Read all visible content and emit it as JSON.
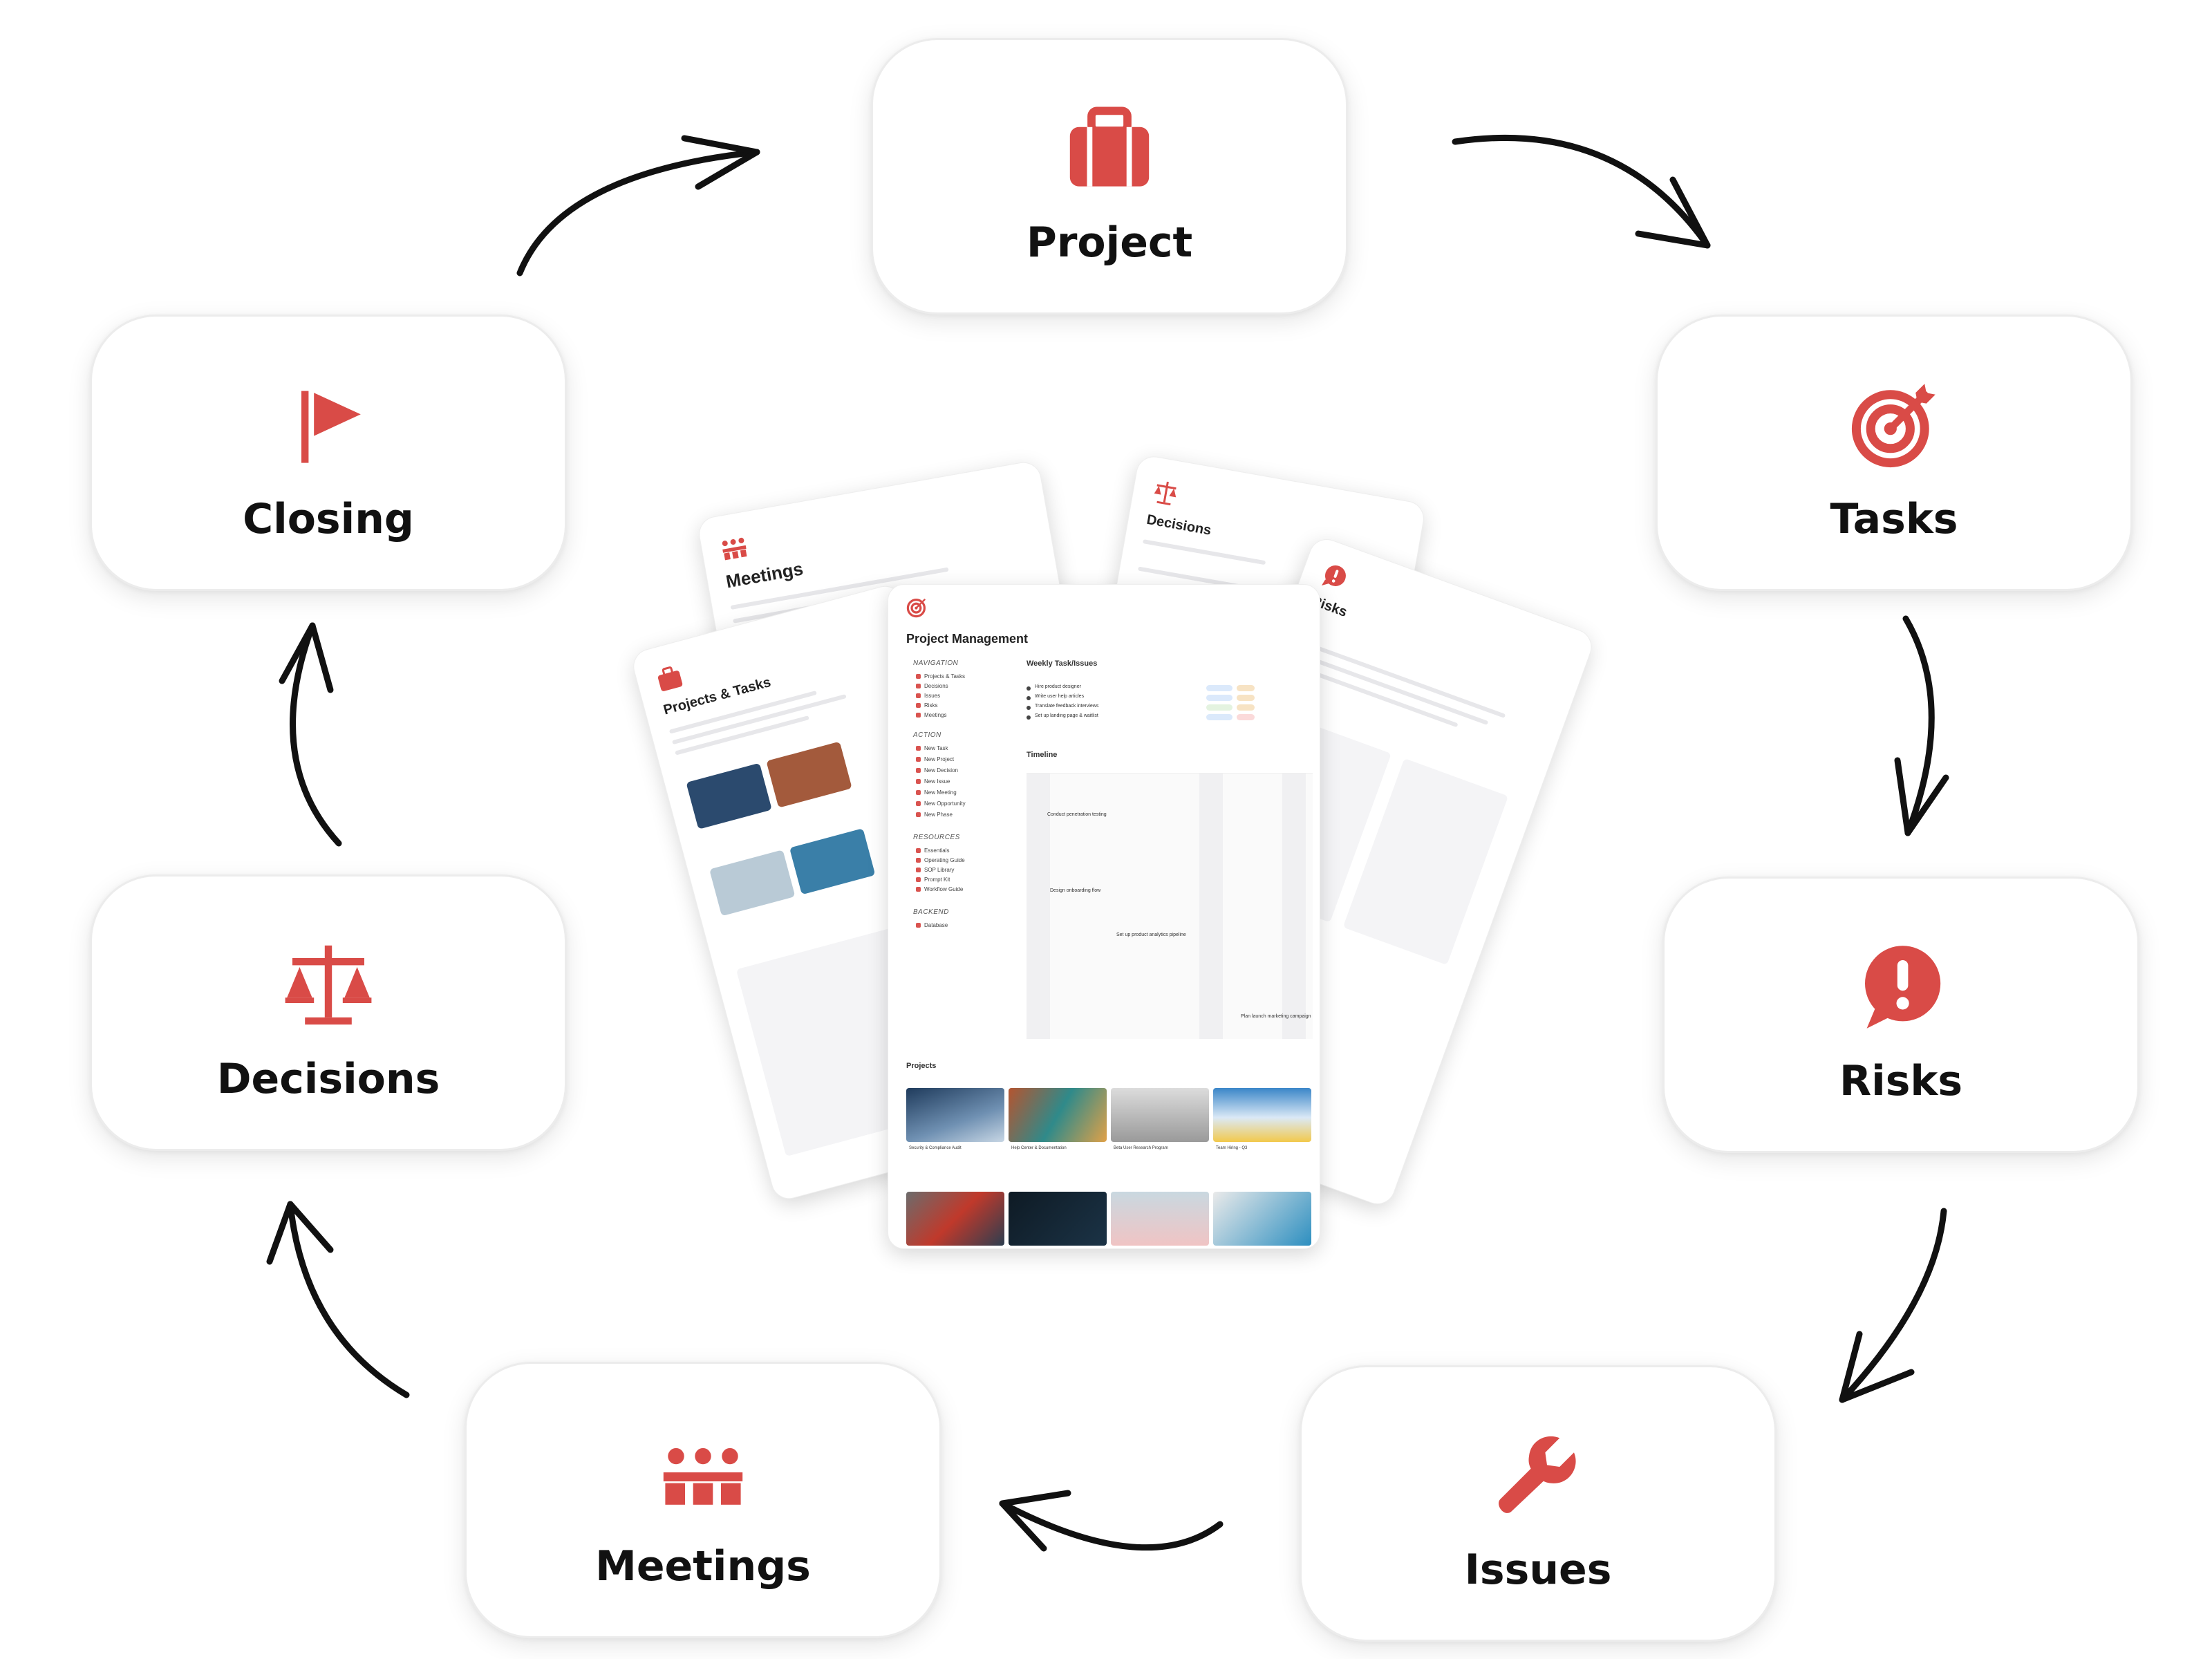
{
  "nodes": [
    {
      "id": "project",
      "label": "Project",
      "icon": "briefcase-icon"
    },
    {
      "id": "tasks",
      "label": "Tasks",
      "icon": "target-icon"
    },
    {
      "id": "risks",
      "label": "Risks",
      "icon": "alert-bubble-icon"
    },
    {
      "id": "issues",
      "label": "Issues",
      "icon": "wrench-icon"
    },
    {
      "id": "meetings",
      "label": "Meetings",
      "icon": "meeting-people-icon"
    },
    {
      "id": "decisions",
      "label": "Decisions",
      "icon": "scales-icon"
    },
    {
      "id": "closing",
      "label": "Closing",
      "icon": "flag-icon"
    }
  ],
  "edges": [
    [
      "project",
      "tasks"
    ],
    [
      "tasks",
      "risks"
    ],
    [
      "risks",
      "issues"
    ],
    [
      "issues",
      "meetings"
    ],
    [
      "meetings",
      "decisions"
    ],
    [
      "decisions",
      "closing"
    ],
    [
      "closing",
      "project"
    ]
  ],
  "colors": {
    "accent": "#d94b47",
    "arrow": "#111111",
    "text": "#111111"
  },
  "mockup": {
    "main": {
      "title": "Project Management",
      "navigation_heading": "NAVIGATION",
      "navigation": [
        "Projects & Tasks",
        "Decisions",
        "Issues",
        "Risks",
        "Meetings"
      ],
      "action_heading": "ACTION",
      "actions": [
        "New Task",
        "New Project",
        "New Decision",
        "New Issue",
        "New Meeting",
        "New Opportunity",
        "New Phase"
      ],
      "resources_heading": "RESOURCES",
      "resources": [
        "Essentials",
        "Operating Guide",
        "SOP Library",
        "Prompt Kit",
        "Workflow Guide"
      ],
      "backend_heading": "BACKEND",
      "backend": [
        "Database"
      ],
      "weekly_heading": "Weekly Task/Issues",
      "weekly_tasks": [
        "Hire product designer",
        "Write user help articles",
        "Translate feedback interviews",
        "Set up landing page & waitlist"
      ],
      "timeline_heading": "Timeline",
      "timeline_items": [
        "Conduct penetration testing",
        "Design onboarding flow",
        "Set up product analytics pipeline",
        "Plan launch marketing campaign"
      ],
      "projects_heading": "Projects",
      "projects": [
        "Security & Compliance Audit",
        "Help Center & Documentation",
        "Beta User Research Program",
        "Team Hiring - Q3"
      ]
    },
    "back_sheets": {
      "projects_tasks": "Projects & Tasks",
      "meetings": "Meetings",
      "decisions": "Decisions",
      "risks": "Risks"
    }
  }
}
